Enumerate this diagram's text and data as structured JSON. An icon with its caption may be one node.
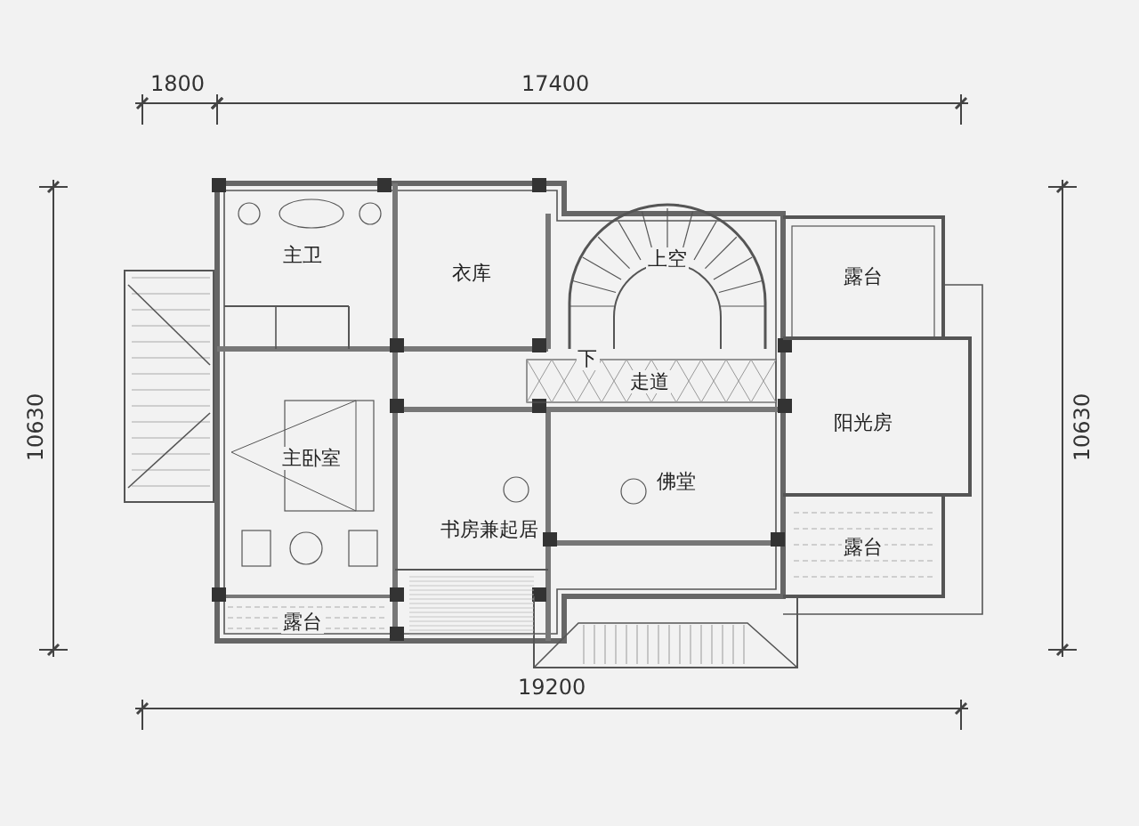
{
  "diagram": {
    "labels": [
      "1800",
      "17400",
      "主卫",
      "衣库",
      "上空",
      "露台",
      "下",
      "走道",
      "10630",
      "10630",
      "阳光房",
      "主卧室",
      "佛堂",
      "书房兼起居",
      "露台",
      "露台",
      "19200"
    ]
  }
}
